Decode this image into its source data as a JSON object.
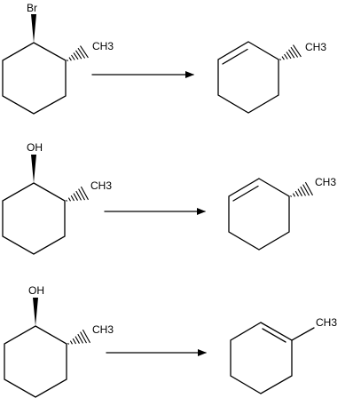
{
  "reactions": [
    {
      "reactant": {
        "substituent": "Br",
        "methyl": "CH3"
      },
      "product": {
        "methyl": "CH3"
      }
    },
    {
      "reactant": {
        "substituent": "OH",
        "methyl": "CH3"
      },
      "product": {
        "methyl": "CH3"
      }
    },
    {
      "reactant": {
        "substituent": "OH",
        "methyl": "CH3"
      },
      "product": {
        "methyl": "CH3"
      }
    }
  ]
}
